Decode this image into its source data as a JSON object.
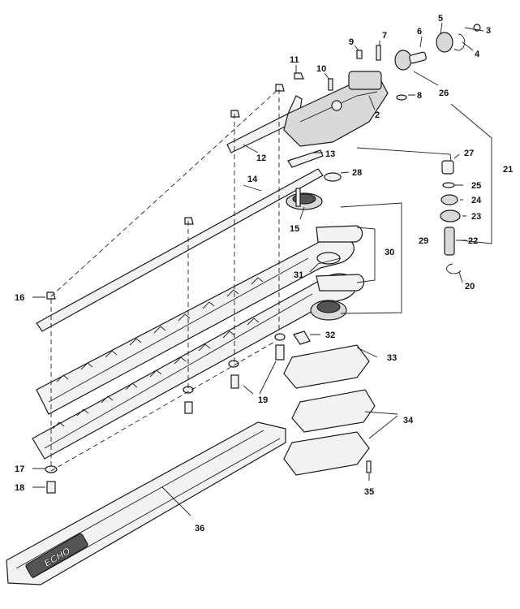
{
  "labels": [
    {
      "id": "p1",
      "text": "3"
    },
    {
      "id": "p2",
      "text": "4"
    },
    {
      "id": "p3",
      "text": "5"
    },
    {
      "id": "p4",
      "text": "6"
    },
    {
      "id": "p5",
      "text": "7"
    },
    {
      "id": "p6",
      "text": "9"
    },
    {
      "id": "p7",
      "text": "11"
    },
    {
      "id": "p8",
      "text": "10"
    },
    {
      "id": "p9",
      "text": "8"
    },
    {
      "id": "p10",
      "text": "26"
    },
    {
      "id": "p11",
      "text": "2"
    },
    {
      "id": "p12",
      "text": "12"
    },
    {
      "id": "p13",
      "text": "13"
    },
    {
      "id": "p14",
      "text": "27"
    },
    {
      "id": "p15",
      "text": "21"
    },
    {
      "id": "p16",
      "text": "14"
    },
    {
      "id": "p17",
      "text": "28"
    },
    {
      "id": "p18",
      "text": "25"
    },
    {
      "id": "p19",
      "text": "24"
    },
    {
      "id": "p20",
      "text": "23"
    },
    {
      "id": "p21",
      "text": "15"
    },
    {
      "id": "p22",
      "text": "29"
    },
    {
      "id": "p23",
      "text": "22"
    },
    {
      "id": "p24",
      "text": "30"
    },
    {
      "id": "p25",
      "text": "31"
    },
    {
      "id": "p26",
      "text": "20"
    },
    {
      "id": "p27",
      "text": "16"
    },
    {
      "id": "p28",
      "text": "32"
    },
    {
      "id": "p29",
      "text": "33"
    },
    {
      "id": "p30",
      "text": "19"
    },
    {
      "id": "p31",
      "text": "34"
    },
    {
      "id": "p32",
      "text": "17"
    },
    {
      "id": "p33",
      "text": "18"
    },
    {
      "id": "p34",
      "text": "35"
    },
    {
      "id": "p35",
      "text": "36"
    }
  ],
  "brand_text": "ECHO"
}
